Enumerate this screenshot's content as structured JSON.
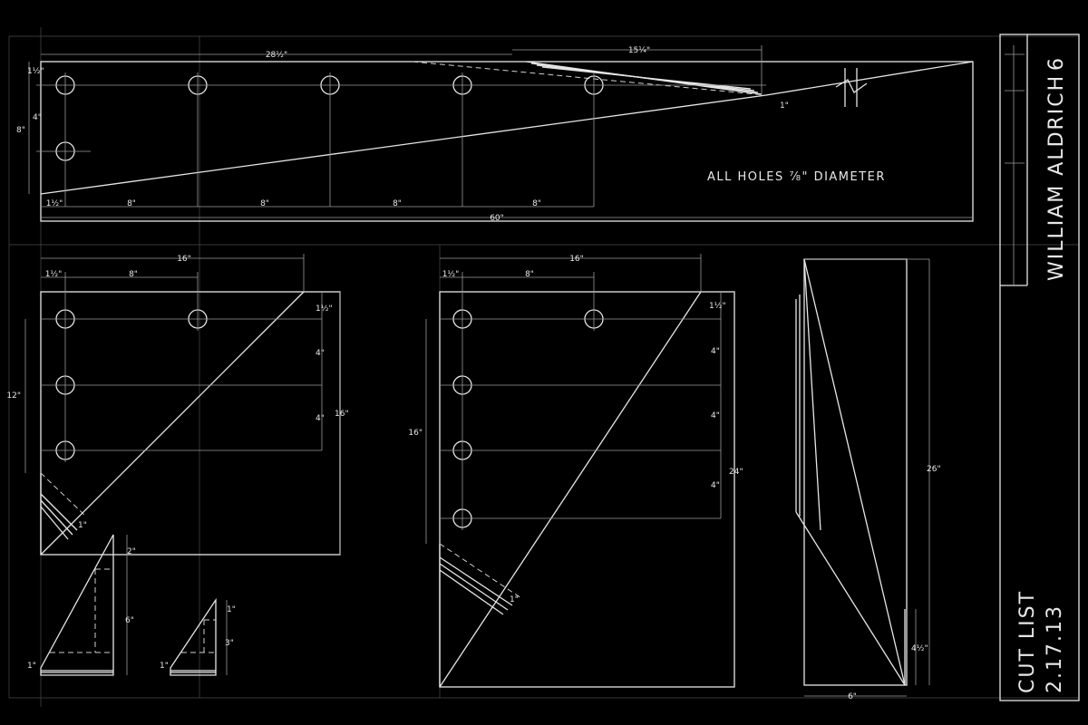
{
  "drawing": {
    "note": "ALL HOLES ⅞\" DIAMETER",
    "author": "WILLIAM ALDRICH",
    "sheet_number": "6",
    "title": "CUT LIST",
    "date": "2.17.13"
  },
  "dimensions": {
    "beam_total": "28½\"",
    "beam_taper": "15¼\"",
    "beam_length": "60\"",
    "beam_end": "1½\"",
    "beam_edge_top": "1½\"",
    "beam_height": "8\"",
    "beam_hole_v": "4\"",
    "beam_tip": "1\"",
    "spacing_8": "8\"",
    "gusset_width": "16\"",
    "gusset_edge": "1½\"",
    "gusset_space": "8\"",
    "gusset_top": "1½\"",
    "gusset_hole_sp": "4\"",
    "gusset1_height": "16\"",
    "gusset1_left": "12\"",
    "gusset2_left": "16\"",
    "gusset2_height": "24\"",
    "brace_height": "26\"",
    "brace_base": "6\"",
    "brace_foot": "4½\"",
    "block1_top": "2\"",
    "block1_height": "6\"",
    "block2_top": "1\"",
    "block2_height": "3\"",
    "thick_1": "1\""
  }
}
